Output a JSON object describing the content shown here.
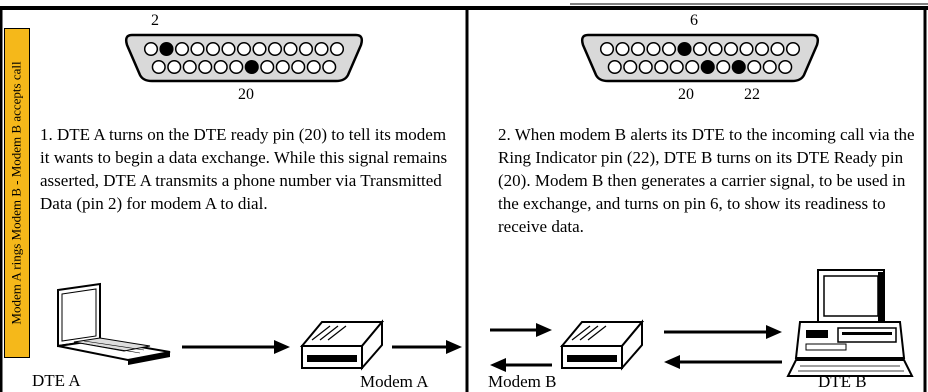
{
  "side_label": "Modem A rings Modem B - Modem B accepts call",
  "left_panel": {
    "pin_top": "2",
    "pin_bottom": "20",
    "description": "1. DTE A turns on the DTE ready pin (20) to tell its modem it wants to begin a data exchange. While this signal remains asserted, DTE A transmits a phone number via Transmitted Data (pin 2) for modem A to dial.",
    "label_computer": "DTE A",
    "label_modem": "Modem A"
  },
  "right_panel": {
    "pin_top": "6",
    "pin_bottom_1": "20",
    "pin_bottom_2": "22",
    "description": "2. When modem B alerts its DTE to the incoming call via the Ring Indicator pin (22), DTE B turns on its DTE Ready pin (20). Modem B then generates a carrier signal, to be used in the exchange, and turns on pin 6, to show its readiness to receive data.",
    "label_modem": "Modem B",
    "label_computer": "DTE B"
  },
  "icons": [
    "laptop-icon",
    "modem-icon",
    "desktop-computer-icon",
    "db25-connector-icon"
  ]
}
